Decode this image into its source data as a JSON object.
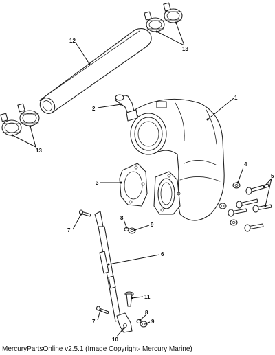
{
  "diagram": {
    "callouts": {
      "c1": "1",
      "c2": "2",
      "c3": "3",
      "c4": "4",
      "c5": "5",
      "c6": "6",
      "c7a": "7",
      "c7b": "7",
      "c8a": "8",
      "c8b": "8",
      "c9a": "9",
      "c9b": "9",
      "c10": "10",
      "c11": "11",
      "c12": "12",
      "c13a": "13",
      "c13b": "13"
    }
  },
  "footer": {
    "text": "MercuryPartsOnline v2.5.1 (Image Copyright- Mercury Marine)"
  }
}
